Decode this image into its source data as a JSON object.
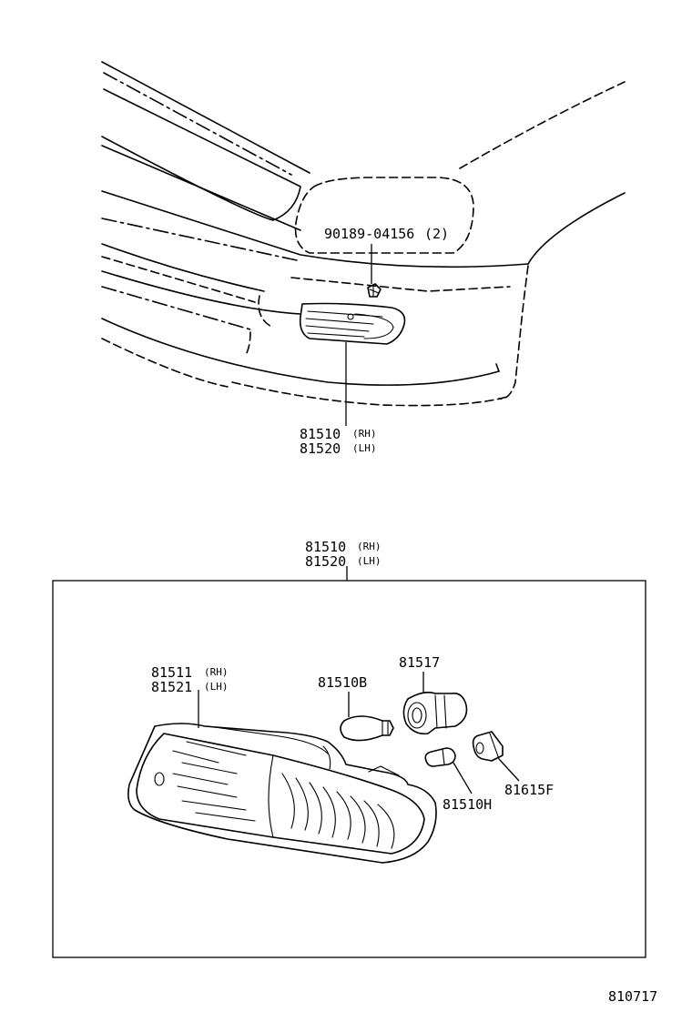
{
  "callouts": {
    "screw": {
      "part_no": "90189-04156",
      "qty": "(2)"
    },
    "lamp_assy_top": {
      "part_no_1": "81510",
      "side_1": "(RH)",
      "part_no_2": "81520",
      "side_2": "(LH)"
    },
    "lamp_assy_box": {
      "part_no_1": "81510",
      "side_1": "(RH)",
      "part_no_2": "81520",
      "side_2": "(LH)"
    },
    "lens": {
      "part_no_1": "81511",
      "side_1": "(RH)",
      "part_no_2": "81521",
      "side_2": "(LH)"
    },
    "bulb_main": {
      "part_no": "81510B"
    },
    "socket": {
      "part_no": "81517"
    },
    "bulb_small": {
      "part_no": "81510H"
    },
    "socket_small": {
      "part_no": "81615F"
    }
  },
  "figure_id": "810717"
}
